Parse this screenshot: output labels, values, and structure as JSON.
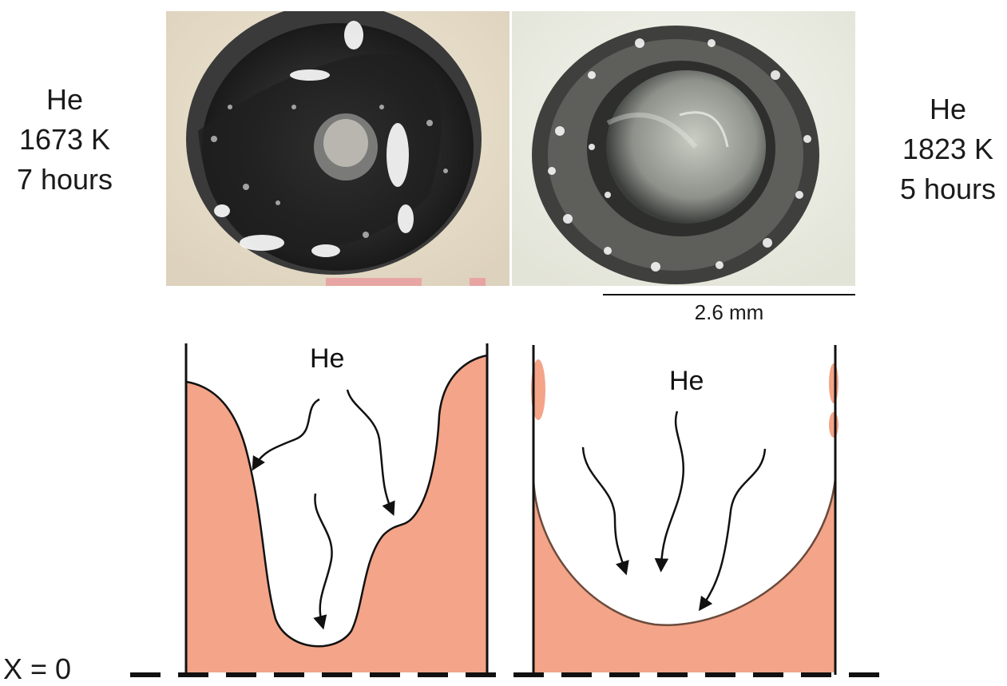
{
  "left_condition": {
    "gas": "He",
    "temperature": "1673 K",
    "duration": "7 hours"
  },
  "right_condition": {
    "gas": "He",
    "temperature": "1823 K",
    "duration": "5 hours"
  },
  "scale_bar": {
    "label": "2.6 mm"
  },
  "diagram": {
    "left_gas_label": "He",
    "right_gas_label": "He",
    "baseline_label": "X = 0",
    "fill_color": "#f4a488"
  }
}
